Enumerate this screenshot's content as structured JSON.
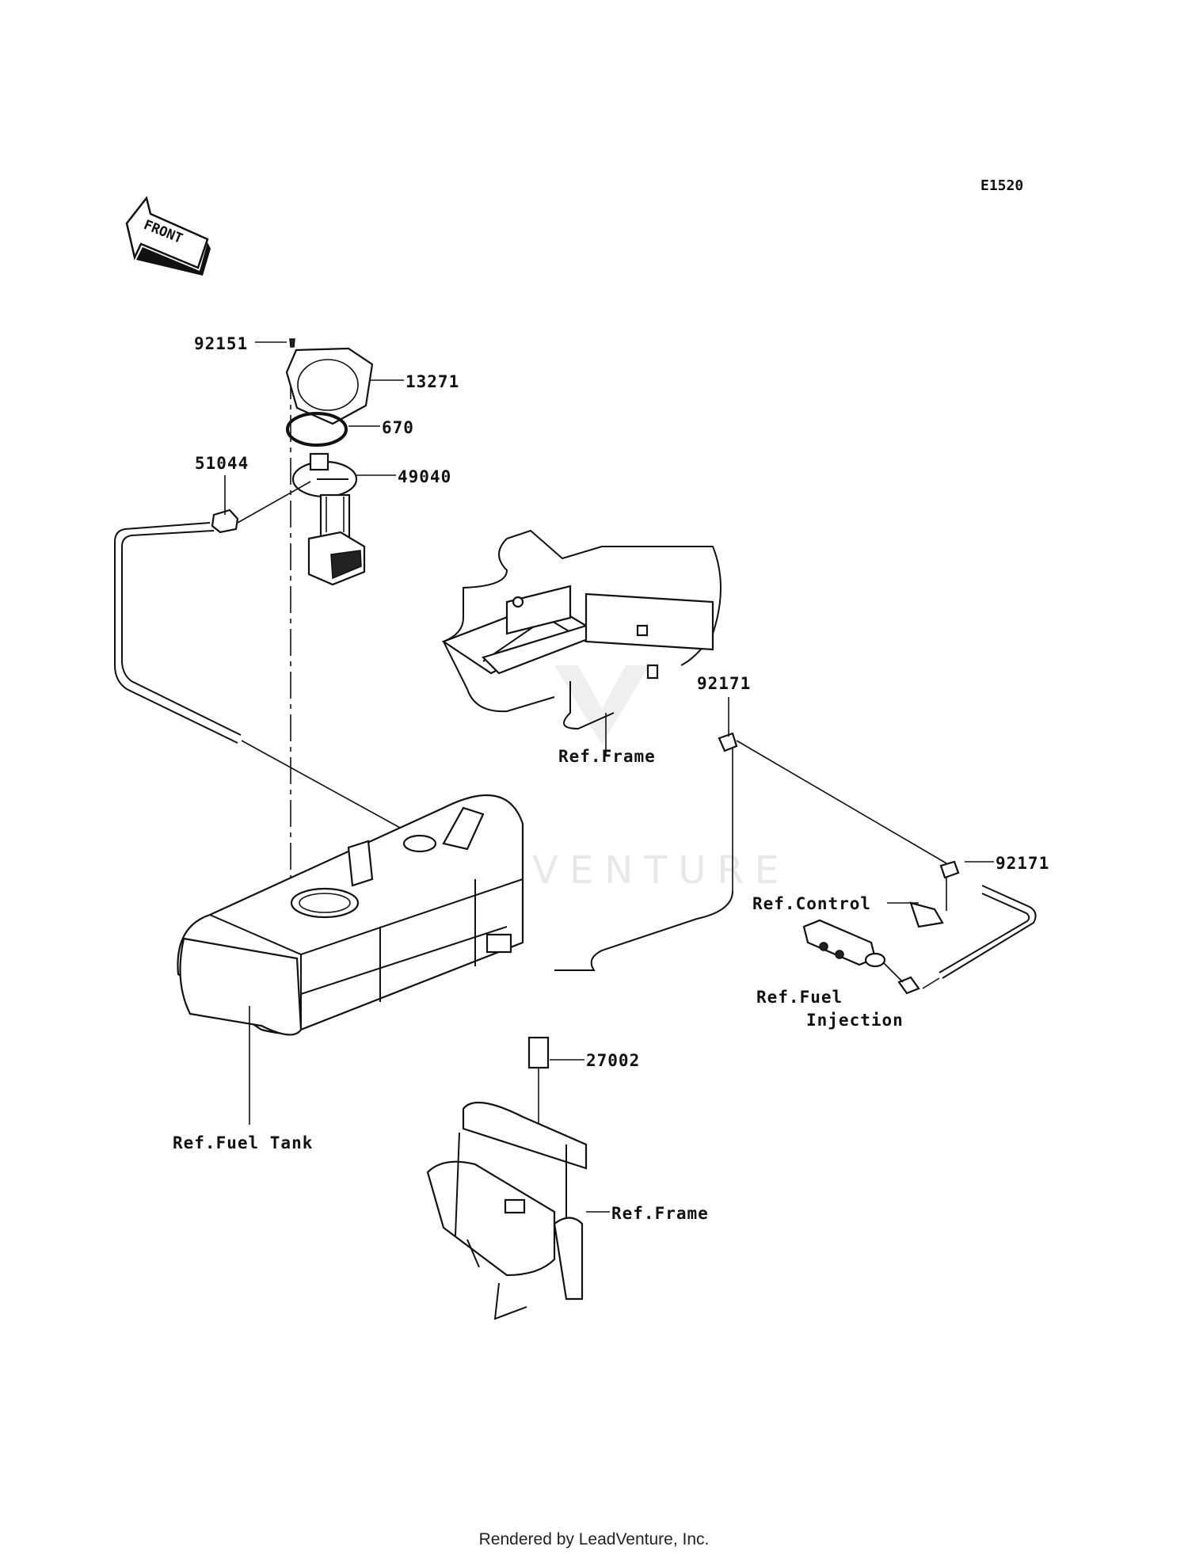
{
  "diagram_code": "E1520",
  "front_arrow_label": "FRONT",
  "watermark": "LEADVENTURE",
  "footer": "Rendered by LeadVenture, Inc.",
  "callouts": {
    "p92151": "92151",
    "p13271": "13271",
    "p670": "670",
    "p51044": "51044",
    "p49040": "49040",
    "p92171_a": "92171",
    "ref_frame_upper": "Ref.Frame",
    "p92171_b": "92171",
    "ref_control": "Ref.Control",
    "ref_fuel_injection_1": "Ref.Fuel",
    "ref_fuel_injection_2": "Injection",
    "p27002": "27002",
    "ref_fuel_tank": "Ref.Fuel Tank",
    "ref_frame_lower": "Ref.Frame"
  }
}
